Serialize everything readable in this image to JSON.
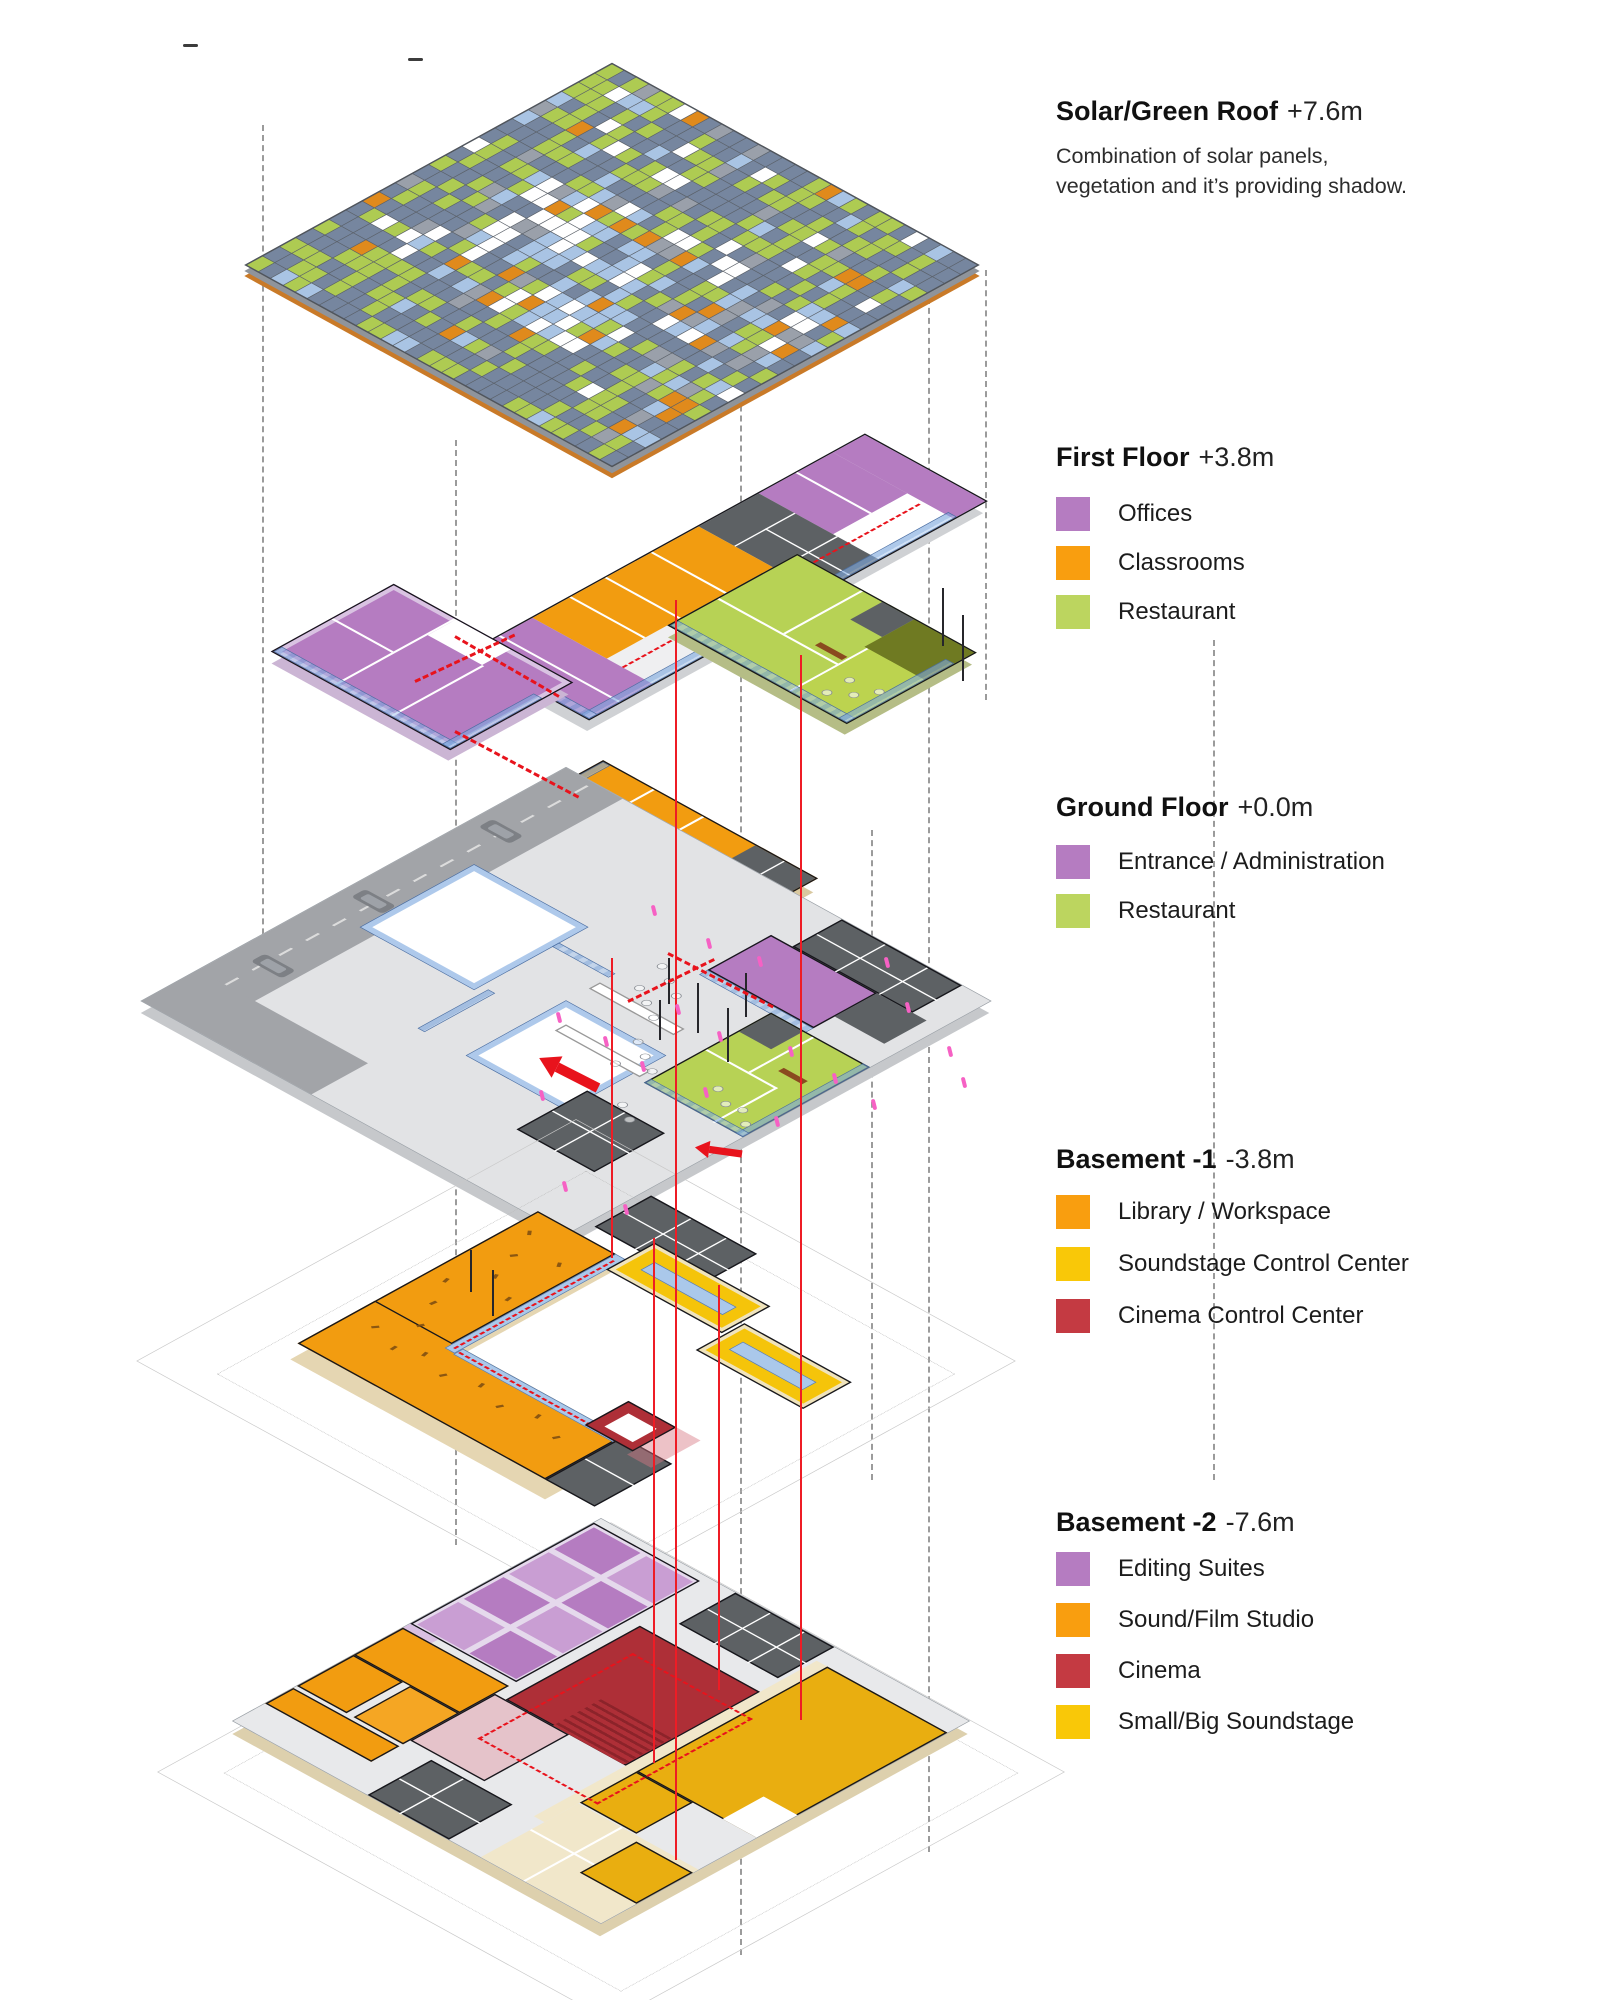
{
  "page": {
    "background": "#ffffff"
  },
  "sections": [
    {
      "id": "roof",
      "title": "Solar/Green Roof",
      "elevation": "+7.6m",
      "description_line1": "Combination of solar panels,",
      "description_line2": "vegetation and  it’s providing shadow.",
      "legend": []
    },
    {
      "id": "first-floor",
      "title": "First Floor",
      "elevation": "+3.8m",
      "legend": [
        {
          "label": "Offices",
          "color": "#b57cc1"
        },
        {
          "label": "Classrooms",
          "color": "#f99e0f"
        },
        {
          "label": "Restaurant",
          "color": "#bcd55f"
        }
      ]
    },
    {
      "id": "ground-floor",
      "title": "Ground Floor",
      "elevation": "+0.0m",
      "legend": [
        {
          "label": "Entrance / Administration",
          "color": "#b57cc1"
        },
        {
          "label": "Restaurant",
          "color": "#bcd55f"
        }
      ]
    },
    {
      "id": "basement-1",
      "title": "Basement -1",
      "elevation": "-3.8m",
      "legend": [
        {
          "label": "Library / Workspace",
          "color": "#f99e0f"
        },
        {
          "label": "Soundstage Control Center",
          "color": "#f9c808"
        },
        {
          "label": "Cinema Control Center",
          "color": "#c43a42"
        }
      ]
    },
    {
      "id": "basement-2",
      "title": "Basement -2",
      "elevation": "-7.6m",
      "legend": [
        {
          "label": "Editing Suites",
          "color": "#b57cc1"
        },
        {
          "label": "Sound/Film Studio",
          "color": "#f99e0f"
        },
        {
          "label": "Cinema",
          "color": "#c43a42"
        },
        {
          "label": "Small/Big Soundstage",
          "color": "#f9c808"
        }
      ]
    }
  ],
  "roof": {
    "palette": {
      "slate": "#76869f",
      "green": "#aecb52",
      "blue": "#a9c4e4",
      "white": "#ffffff",
      "orange": "#e08a1c",
      "frame": "#9aa0aa"
    }
  },
  "colors": {
    "circulation_red": "#e8131c",
    "reference_dash_gray": "#9b9b9b",
    "plate_gray": "#e2e3e5",
    "road_gray": "#a2a4a8",
    "core_dark_gray": "#5d6164",
    "glass_blue": "#7da8de",
    "plate_side_beige": "#e5d6b2",
    "cinema_dark_red": "#ae2f37",
    "cinema_pink": "#e5c3ca",
    "people_pink": "#f661c4"
  }
}
